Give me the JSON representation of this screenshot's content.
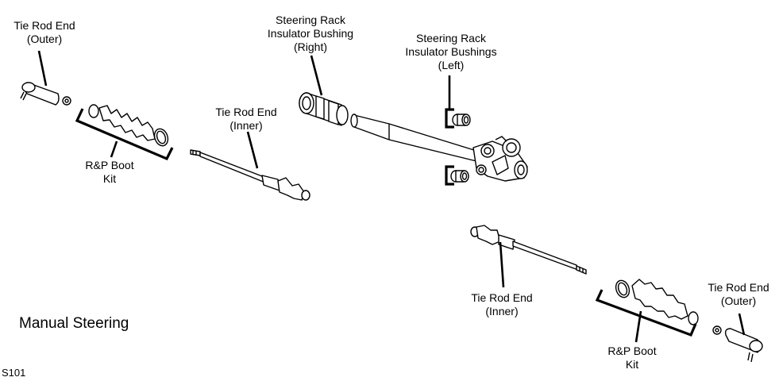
{
  "title": "Manual Steering",
  "figure_id": "S101",
  "labels": {
    "tie_rod_outer_left": [
      "Tie Rod End",
      "(Outer)"
    ],
    "boot_kit_left": [
      "R&P Boot",
      "Kit"
    ],
    "tie_rod_inner_left": [
      "Tie Rod End",
      "(Inner)"
    ],
    "bushing_right": [
      "Steering Rack",
      "Insulator Bushing",
      "(Right)"
    ],
    "bushings_left": [
      "Steering Rack",
      "Insulator Bushings",
      "(Left)"
    ],
    "tie_rod_inner_right": [
      "Tie Rod End",
      "(Inner)"
    ],
    "boot_kit_right": [
      "R&P Boot",
      "Kit"
    ],
    "tie_rod_outer_right": [
      "Tie Rod End",
      "(Outer)"
    ]
  }
}
